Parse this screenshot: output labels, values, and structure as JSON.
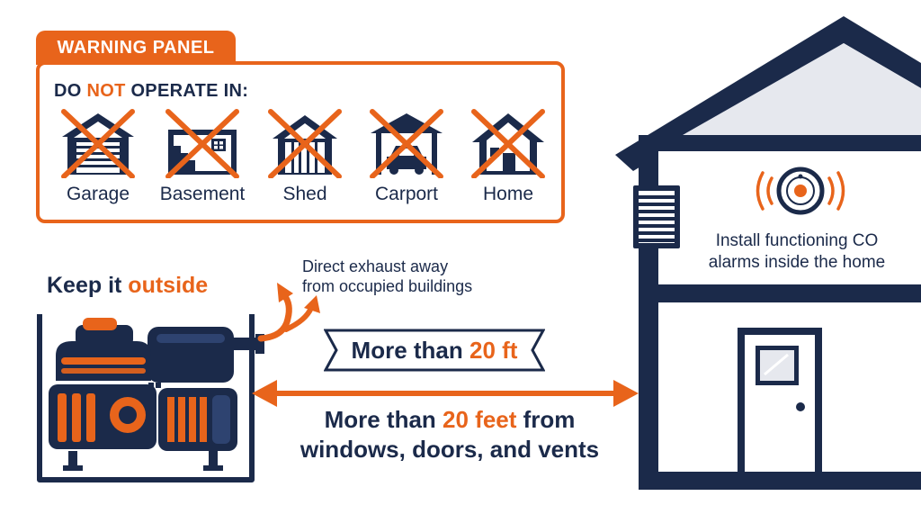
{
  "warning_panel": {
    "tab_label": "WARNING PANEL",
    "heading_prefix": "DO ",
    "heading_negation": "NOT",
    "heading_suffix": " OPERATE IN:",
    "locations": [
      {
        "label": "Garage",
        "icon": "garage-icon"
      },
      {
        "label": "Basement",
        "icon": "basement-icon"
      },
      {
        "label": "Shed",
        "icon": "shed-icon"
      },
      {
        "label": "Carport",
        "icon": "carport-icon"
      },
      {
        "label": "Home",
        "icon": "home-icon"
      }
    ]
  },
  "keep_outside": {
    "prefix": "Keep it ",
    "highlight": "outside"
  },
  "exhaust_note": {
    "line1": "Direct exhaust away",
    "line2": "from occupied buildings"
  },
  "distance_banner": {
    "prefix": "More than ",
    "highlight": "20 ft"
  },
  "distance_detail": {
    "prefix": "More than ",
    "highlight": "20 feet",
    "suffix": " from",
    "line2": "windows, doors, and vents"
  },
  "co_alarm_note": {
    "line1": "Install functioning CO",
    "line2": "alarms inside the home"
  },
  "colors": {
    "navy": "#1b2a4a",
    "orange": "#e8641b",
    "light_gray": "#e6e8ee"
  }
}
